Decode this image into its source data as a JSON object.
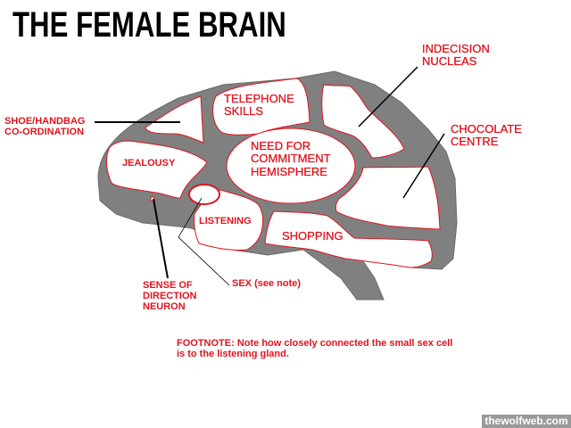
{
  "title": "THE FEMALE BRAIN",
  "labels": {
    "indecision": [
      "INDECISION",
      "NUCLEAS"
    ],
    "chocolate": [
      "CHOCOLATE",
      "CENTRE"
    ],
    "shoe": [
      "SHOE/HANDBAG",
      "CO-ORDINATION"
    ],
    "telephone": [
      "TELEPHONE",
      "SKILLS"
    ],
    "commitment": [
      "NEED FOR",
      "COMMITMENT",
      "HEMISPHERE"
    ],
    "jealousy": "JEALOUSY",
    "listening": "LISTENING",
    "shopping": "SHOPPING",
    "sense": [
      "SENSE OF",
      "DIRECTION",
      "NEURON"
    ],
    "sex": "SEX (see note)"
  },
  "footnote": [
    "FOOTNOTE:  Note how closely connected the small sex cell",
    "is to the listening gland."
  ],
  "watermark": "thewolfweb.com",
  "colors": {
    "label": "#e0141e",
    "brain": "#808080",
    "title": "#000000"
  }
}
